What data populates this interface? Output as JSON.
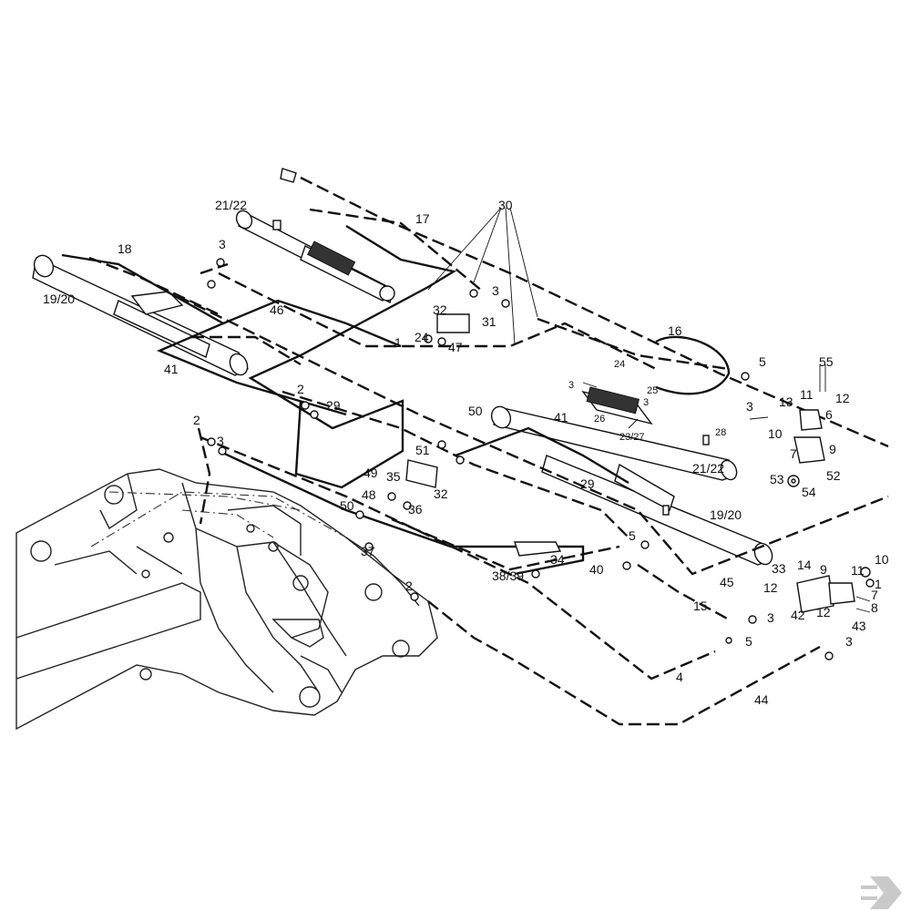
{
  "labels": [
    {
      "id": "l30",
      "text": "30"
    },
    {
      "id": "l17",
      "text": "17"
    },
    {
      "id": "l2122a",
      "text": "21/22"
    },
    {
      "id": "l18",
      "text": "18"
    },
    {
      "id": "l3a",
      "text": "3"
    },
    {
      "id": "l1920a",
      "text": "19/20"
    },
    {
      "id": "l46",
      "text": "46"
    },
    {
      "id": "l41a",
      "text": "41"
    },
    {
      "id": "l3b",
      "text": "3"
    },
    {
      "id": "l32a",
      "text": "32"
    },
    {
      "id": "l31",
      "text": "31"
    },
    {
      "id": "l24a",
      "text": "24"
    },
    {
      "id": "l47",
      "text": "47"
    },
    {
      "id": "l1",
      "text": "1"
    },
    {
      "id": "l2a",
      "text": "2"
    },
    {
      "id": "l29a",
      "text": "29"
    },
    {
      "id": "l2b",
      "text": "2"
    },
    {
      "id": "l3c",
      "text": "3"
    },
    {
      "id": "l16",
      "text": "16"
    },
    {
      "id": "l5a",
      "text": "5"
    },
    {
      "id": "l55",
      "text": "55"
    },
    {
      "id": "l3d",
      "text": "3"
    },
    {
      "id": "l24b",
      "text": "24"
    },
    {
      "id": "l25",
      "text": "25"
    },
    {
      "id": "l3e",
      "text": "3"
    },
    {
      "id": "l11a",
      "text": "11"
    },
    {
      "id": "l12a",
      "text": "12"
    },
    {
      "id": "l13",
      "text": "13"
    },
    {
      "id": "l6",
      "text": "6"
    },
    {
      "id": "l3f",
      "text": "3"
    },
    {
      "id": "l26",
      "text": "26"
    },
    {
      "id": "l2327",
      "text": "23/27"
    },
    {
      "id": "l28",
      "text": "28"
    },
    {
      "id": "l10a",
      "text": "10"
    },
    {
      "id": "l7a",
      "text": "7"
    },
    {
      "id": "l9a",
      "text": "9"
    },
    {
      "id": "l50a",
      "text": "50"
    },
    {
      "id": "l41b",
      "text": "41"
    },
    {
      "id": "l51",
      "text": "51"
    },
    {
      "id": "l2122b",
      "text": "21/22"
    },
    {
      "id": "l52",
      "text": "52"
    },
    {
      "id": "l53",
      "text": "53"
    },
    {
      "id": "l54",
      "text": "54"
    },
    {
      "id": "l49",
      "text": "49"
    },
    {
      "id": "l35",
      "text": "35"
    },
    {
      "id": "l32b",
      "text": "32"
    },
    {
      "id": "l29b",
      "text": "29"
    },
    {
      "id": "l48",
      "text": "48"
    },
    {
      "id": "l50b",
      "text": "50"
    },
    {
      "id": "l36",
      "text": "36"
    },
    {
      "id": "l1920b",
      "text": "19/20"
    },
    {
      "id": "l5b",
      "text": "5"
    },
    {
      "id": "l37",
      "text": "37"
    },
    {
      "id": "l34",
      "text": "34"
    },
    {
      "id": "l3839",
      "text": "38/39"
    },
    {
      "id": "l40",
      "text": "40"
    },
    {
      "id": "l45",
      "text": "45"
    },
    {
      "id": "l33",
      "text": "33"
    },
    {
      "id": "l14",
      "text": "14"
    },
    {
      "id": "l9b",
      "text": "9"
    },
    {
      "id": "l10b",
      "text": "10"
    },
    {
      "id": "l12b",
      "text": "12"
    },
    {
      "id": "l11b",
      "text": "11"
    },
    {
      "id": "l1c",
      "text": "1"
    },
    {
      "id": "l2c",
      "text": "2"
    },
    {
      "id": "l15",
      "text": "15"
    },
    {
      "id": "l3g",
      "text": "3"
    },
    {
      "id": "l42",
      "text": "42"
    },
    {
      "id": "l12c",
      "text": "12"
    },
    {
      "id": "l8",
      "text": "8"
    },
    {
      "id": "l7b",
      "text": "7"
    },
    {
      "id": "l43",
      "text": "43"
    },
    {
      "id": "l5c",
      "text": "5"
    },
    {
      "id": "l3h",
      "text": "3"
    },
    {
      "id": "l4",
      "text": "4"
    },
    {
      "id": "l44",
      "text": "44"
    }
  ],
  "logo": {
    "name": "brand-logo",
    "color": "#c9c9c9"
  },
  "colors": {
    "ink": "#111111",
    "background": "#ffffff"
  }
}
